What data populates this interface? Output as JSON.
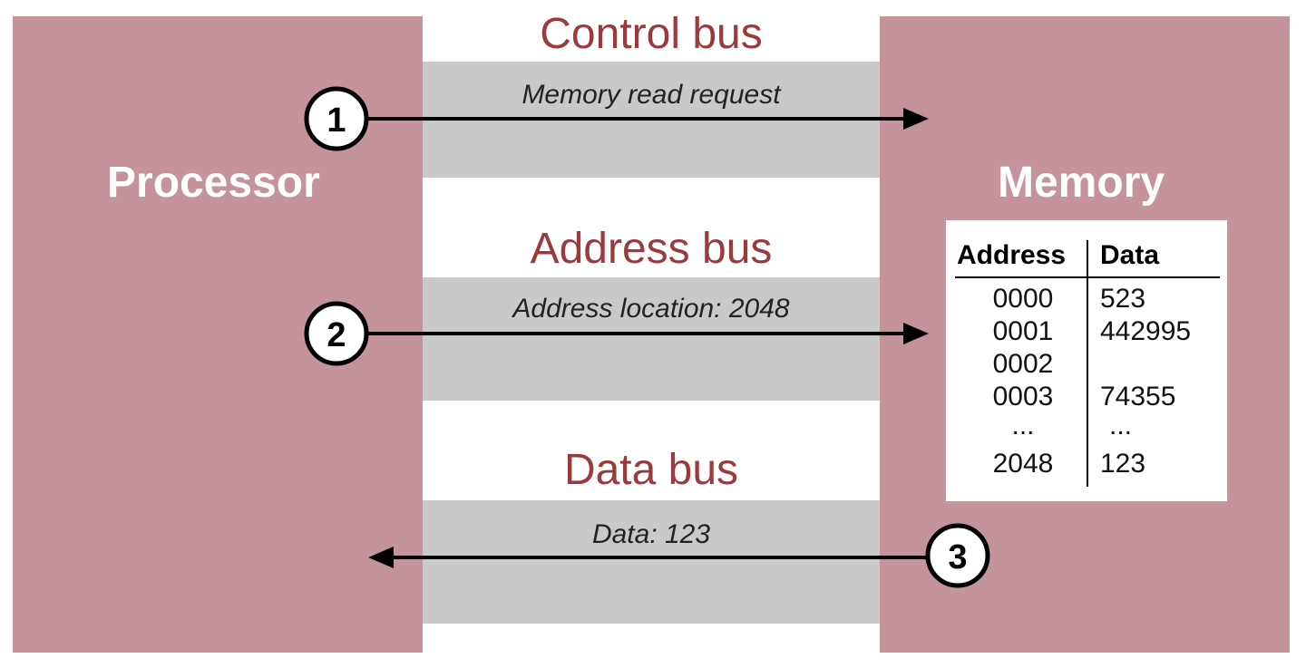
{
  "blocks": {
    "processor": "Processor",
    "memory": "Memory"
  },
  "buses": [
    {
      "id": "control",
      "name": "Control bus",
      "message": "Memory read request",
      "step": "1",
      "direction": "processor-to-memory"
    },
    {
      "id": "address",
      "name": "Address bus",
      "message": "Address location: 2048",
      "step": "2",
      "direction": "processor-to-memory"
    },
    {
      "id": "data",
      "name": "Data bus",
      "message": "Data: 123",
      "step": "3",
      "direction": "memory-to-processor"
    }
  ],
  "memory_table": {
    "headers": {
      "address": "Address",
      "data": "Data"
    },
    "rows": [
      {
        "address": "0000",
        "data": "523"
      },
      {
        "address": "0001",
        "data": "442995"
      },
      {
        "address": "0002",
        "data": ""
      },
      {
        "address": "0003",
        "data": "74355"
      },
      {
        "address": "...",
        "data": "..."
      },
      {
        "address": "2048",
        "data": "123"
      }
    ]
  },
  "colors": {
    "block_fill": "#c4939c",
    "bus_band": "#c9c9c9",
    "bus_title": "#9b3a3c"
  }
}
